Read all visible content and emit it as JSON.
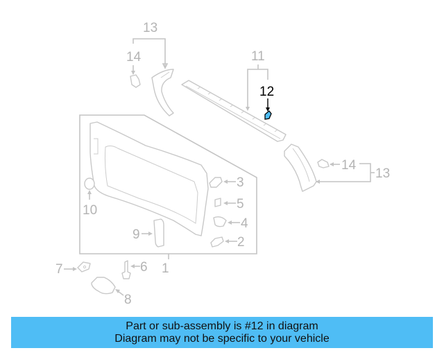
{
  "diagram": {
    "highlight_color": "#4fbdf5",
    "line_color": "#c4c4c4",
    "highlighted_part": "12",
    "callouts": [
      {
        "id": "c1",
        "label": "1"
      },
      {
        "id": "c2",
        "label": "2"
      },
      {
        "id": "c3",
        "label": "3"
      },
      {
        "id": "c4",
        "label": "4"
      },
      {
        "id": "c5",
        "label": "5"
      },
      {
        "id": "c6",
        "label": "6"
      },
      {
        "id": "c7",
        "label": "7"
      },
      {
        "id": "c8",
        "label": "8"
      },
      {
        "id": "c9",
        "label": "9"
      },
      {
        "id": "c10",
        "label": "10"
      },
      {
        "id": "c11",
        "label": "11"
      },
      {
        "id": "c12",
        "label": "12"
      },
      {
        "id": "c13a",
        "label": "13"
      },
      {
        "id": "c13b",
        "label": "13"
      },
      {
        "id": "c14a",
        "label": "14"
      },
      {
        "id": "c14b",
        "label": "14"
      }
    ]
  },
  "banner": {
    "background": "#4fbdf5",
    "line1": "Part or sub-assembly is #12 in diagram",
    "line2": "Diagram may not be specific to your vehicle"
  }
}
